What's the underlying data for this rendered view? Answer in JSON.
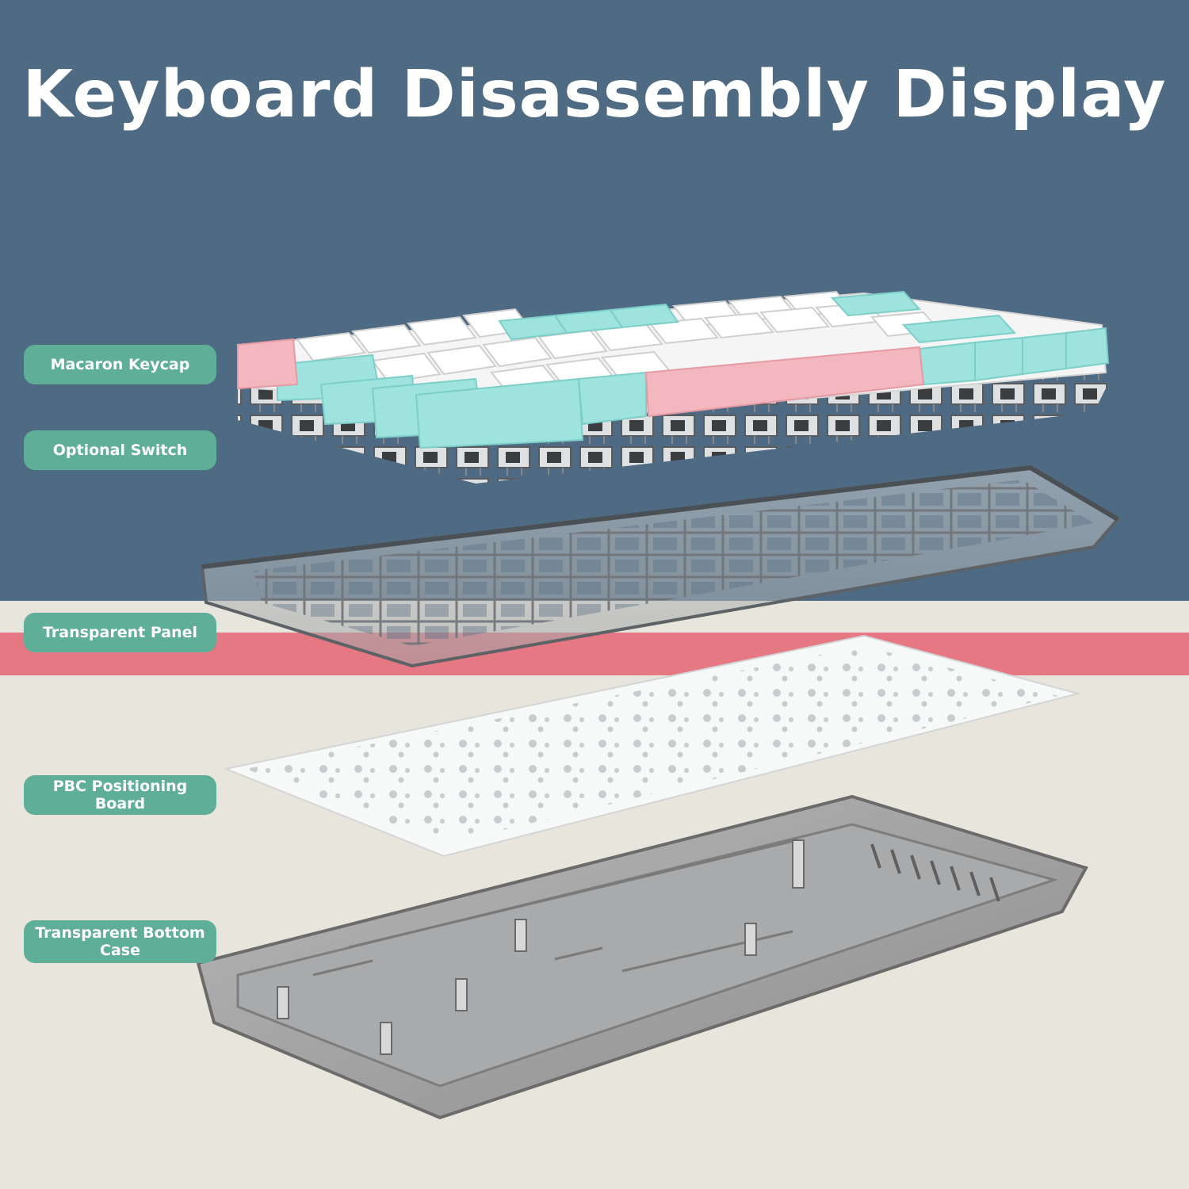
{
  "title": "Keyboard Disassembly Display",
  "colors": {
    "top_background": "#4f6b84",
    "bottom_background": "#e8e5dc",
    "stripe": "#e57882",
    "label_background": "#5fae98",
    "keycap_pink": "#f3b8bf",
    "keycap_mint": "#9fe3de",
    "keycap_white": "#f4f5f4"
  },
  "labels": [
    {
      "id": "macaron-keycap",
      "text": "Macaron Keycap"
    },
    {
      "id": "optional-switch",
      "text": "Optional Switch"
    },
    {
      "id": "transparent-panel",
      "text": "Transparent Panel"
    },
    {
      "id": "pbc-positioning-board",
      "text": "PBC Positioning Board"
    },
    {
      "id": "transparent-bottom-case",
      "text": "Transparent Bottom Case"
    }
  ],
  "layers": [
    {
      "name": "keycaps-and-switches",
      "icon": "keyboard-keycaps-illustration"
    },
    {
      "name": "transparent-panel",
      "icon": "transparent-plate-illustration"
    },
    {
      "name": "positioning-board",
      "icon": "perforated-board-illustration"
    },
    {
      "name": "bottom-case",
      "icon": "bottom-case-illustration"
    }
  ]
}
